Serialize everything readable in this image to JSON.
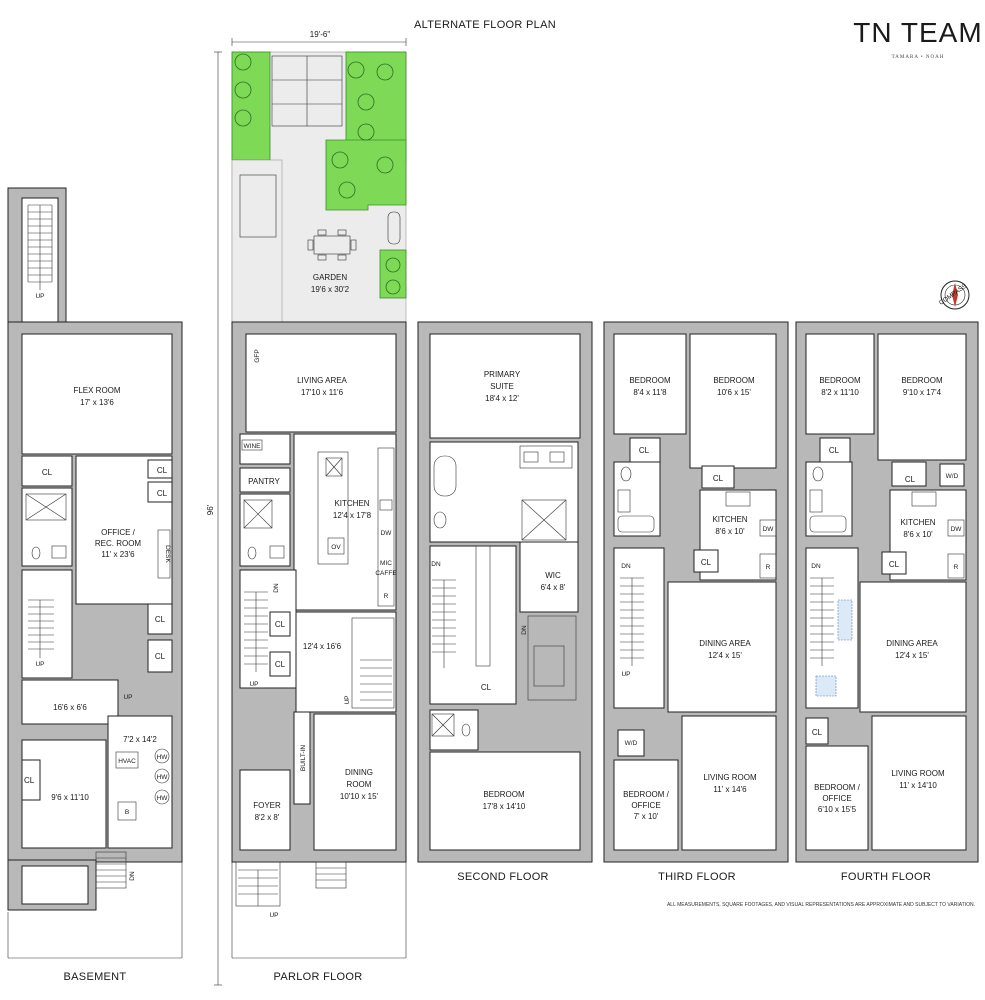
{
  "header": {
    "title": "ALTERNATE FLOOR PLAN",
    "brand": "TN TEAM",
    "brand_sub": "TAMARA • NOAH"
  },
  "dimensions": {
    "width": "19'-6\"",
    "depth": "96'"
  },
  "compass_label": "COMPASS",
  "disclaimer": "ALL MEASUREMENTS, SQUARE FOOTAGES, AND VISUAL REPRESENTATIONS ARE APPROXIMATE AND SUBJECT TO VARIATION.",
  "floors": {
    "basement": {
      "title": "BASEMENT",
      "flex_name": "FLEX ROOM",
      "flex_size": "17' x 13'6",
      "office_name1": "OFFICE /",
      "office_name2": "REC. ROOM",
      "office_size": "11' x 23'6",
      "desk": "DESK",
      "room_a": "16'6 x 6'6",
      "room_b": "9'6 x 11'10",
      "mech_size": "7'2 x 14'2",
      "hvac": "HVAC",
      "hw": "HW",
      "b": "B",
      "cl": "CL",
      "up": "UP",
      "dn": "DN"
    },
    "parlor": {
      "title": "PARLOR FLOOR",
      "garden_name": "GARDEN",
      "garden_size": "19'6 x 30'2",
      "living_name": "LIVING AREA",
      "living_size": "17'10 x 11'6",
      "kitchen_name": "KITCHEN",
      "kitchen_size": "12'4 x 17'8",
      "pantry": "PANTRY",
      "wine": "WINE",
      "gfp": "GFP",
      "ov": "OV",
      "dw": "DW",
      "mic": "MIC",
      "caffe": "CAFFE",
      "r": "R",
      "hall_size": "12'4 x 16'6",
      "dining_name1": "DINING",
      "dining_name2": "ROOM",
      "dining_size": "10'10 x 15'",
      "foyer_name": "FOYER",
      "foyer_size": "8'2 x 8'",
      "built_in": "BUILT-IN",
      "cl": "CL",
      "up": "UP",
      "dn": "DN"
    },
    "second": {
      "title": "SECOND FLOOR",
      "primary_name1": "PRIMARY",
      "primary_name2": "SUITE",
      "primary_size": "18'4 x 12'",
      "wic_name": "WIC",
      "wic_size": "6'4 x 8'",
      "bedroom_name": "BEDROOM",
      "bedroom_size": "17'8 x 14'10",
      "cl": "CL",
      "dn": "DN"
    },
    "third": {
      "title": "THIRD FLOOR",
      "bed1_name": "BEDROOM",
      "bed1_size": "8'4 x 11'8",
      "bed2_name": "BEDROOM",
      "bed2_size": "10'6 x 15'",
      "kitchen_name": "KITCHEN",
      "kitchen_size": "8'6 x 10'",
      "dining_name": "DINING AREA",
      "dining_size": "12'4 x 15'",
      "living_name": "LIVING ROOM",
      "living_size": "11' x 14'6",
      "office_name1": "BEDROOM /",
      "office_name2": "OFFICE",
      "office_size": "7' x 10'",
      "wd": "W/D",
      "dw": "DW",
      "r": "R",
      "cl": "CL",
      "dn": "DN",
      "up": "UP"
    },
    "fourth": {
      "title": "FOURTH FLOOR",
      "bed1_name": "BEDROOM",
      "bed1_size": "8'2 x 11'10",
      "bed2_name": "BEDROOM",
      "bed2_size": "9'10 x 17'4",
      "kitchen_name": "KITCHEN",
      "kitchen_size": "8'6 x 10'",
      "dining_name": "DINING AREA",
      "dining_size": "12'4 x 15'",
      "living_name": "LIVING ROOM",
      "living_size": "11' x 14'10",
      "office_name1": "BEDROOM /",
      "office_name2": "OFFICE",
      "office_size": "6'10 x 15'5",
      "wd": "W/D",
      "dw": "DW",
      "r": "R",
      "cl": "CL",
      "dn": "DN"
    }
  }
}
